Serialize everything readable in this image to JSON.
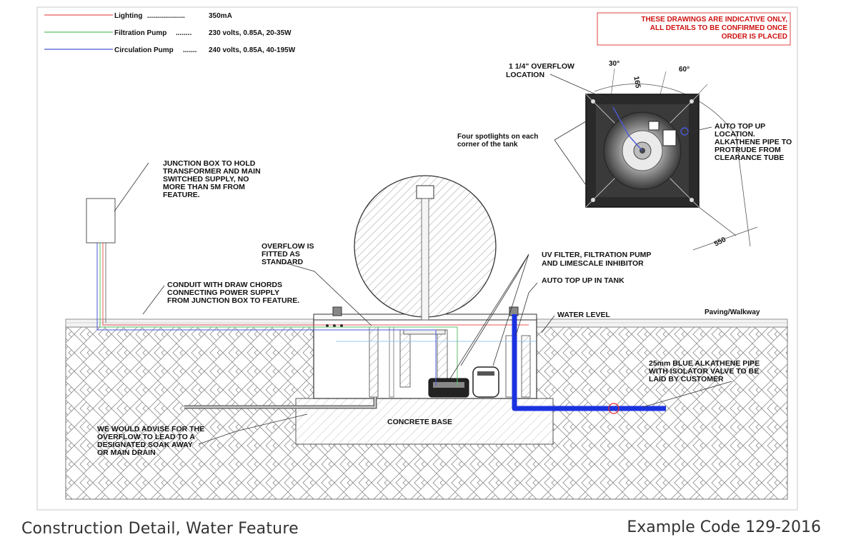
{
  "legend": [
    {
      "name": "Lighting",
      "value": "350mA",
      "color": "#e85a5a"
    },
    {
      "name": "Filtration Pump",
      "value": "230 volts, 0.85A, 20-35W",
      "color": "#5cc06a"
    },
    {
      "name": "Circulation Pump",
      "value": "240 volts, 0.85A, 40-195W",
      "color": "#4a5ad8"
    }
  ],
  "disclaimer": [
    "THESE DRAWINGS ARE INDICATIVE ONLY,",
    "ALL DETAILS TO BE CONFIRMED ONCE",
    "ORDER IS PLACED"
  ],
  "plan": {
    "overflow_label": [
      "1 1/4\" OVERFLOW",
      "LOCATION"
    ],
    "spotlights_label": [
      "Four spotlights on each",
      "corner of the tank"
    ],
    "auto_top_label": [
      "AUTO TOP UP",
      "LOCATION.",
      "ALKATHENE PIPE TO",
      "PROTRUDE FROM",
      "CLEARANCE TUBE"
    ],
    "dim_30": "30°",
    "dim_60": "60°",
    "dim_165": "165",
    "dim_550": "550"
  },
  "section": {
    "junction_box": [
      "JUNCTION BOX TO HOLD",
      "TRANSFORMER AND MAIN",
      "SWITCHED SUPPLY, NO",
      "MORE THAN 5M FROM",
      "FEATURE."
    ],
    "overflow_standard": [
      "OVERFLOW IS",
      "FITTED AS",
      "STANDARD"
    ],
    "uv_filter": [
      "UV FILTER, FILTRATION PUMP",
      "AND LIMESCALE INHIBITOR"
    ],
    "auto_top_tank": "AUTO TOP UP IN TANK",
    "conduit": [
      "CONDUIT WITH DRAW CHORDS",
      "CONNECTING POWER SUPPLY",
      "FROM JUNCTION BOX TO FEATURE."
    ],
    "water_level": "WATER LEVEL",
    "paving": "Paving/Walkway",
    "blue_pipe": [
      "25mm BLUE ALKATHENE PIPE",
      "WITH ISOLATOR VALVE TO BE",
      "LAID BY CUSTOMER"
    ],
    "concrete_base": "CONCRETE BASE",
    "advise": [
      "WE WOULD ADVISE FOR THE",
      "OVERFLOW TO LEAD TO A",
      "DESIGNATED SOAK AWAY",
      "OR MAIN DRAIN"
    ]
  },
  "captions": {
    "left": "Construction Detail, Water Feature",
    "right": "Example Code 129-2016"
  }
}
